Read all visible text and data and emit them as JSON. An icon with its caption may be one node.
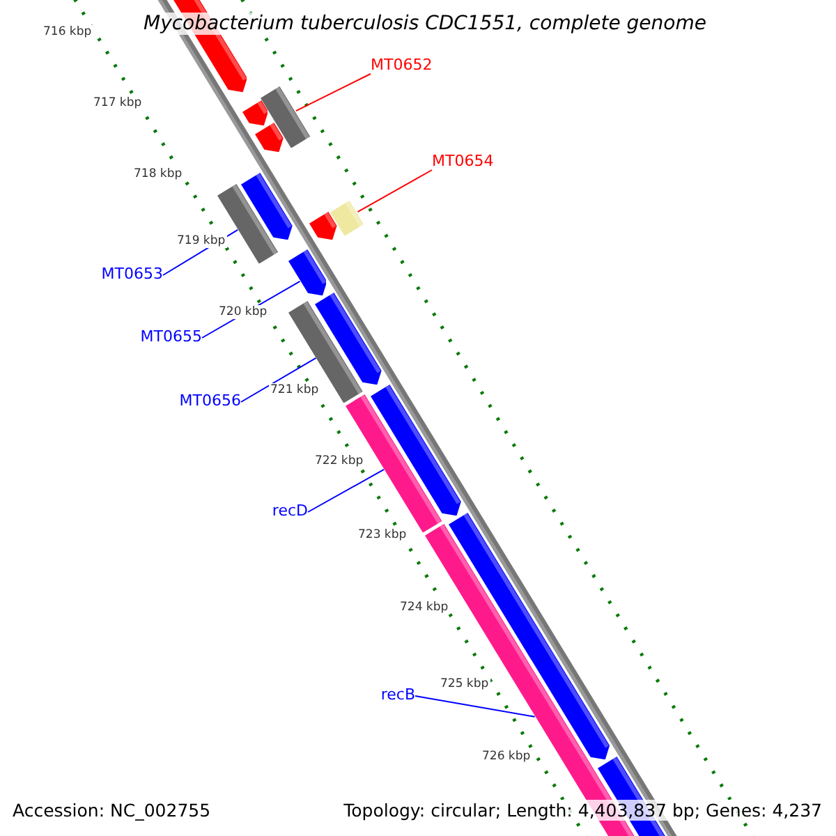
{
  "diagram": {
    "title": "Mycobacterium tuberculosis CDC1551, complete genome",
    "nodes": [
      {
        "text": [],
        "shape": "bar"
      },
      {
        "text": [
          "MT0652"
        ]
      },
      {
        "text": [],
        "shape": "bar"
      },
      {
        "text": [],
        "shape": "bar"
      },
      {
        "text": [],
        "shape": "bar"
      },
      {
        "text": [
          "MT0654"
        ]
      },
      {
        "text": [],
        "shape": "bar"
      },
      {
        "text": [],
        "shape": "bar"
      },
      {
        "text": [],
        "shape": "bar"
      },
      {
        "text": [],
        "shape": "bar"
      },
      {
        "text": [],
        "shape": "bar"
      },
      {
        "text": [
          "MT0653"
        ]
      },
      {
        "text": [],
        "shape": "bar"
      },
      {
        "text": [],
        "shape": "bar"
      },
      {
        "text": [
          "MT0655"
        ]
      },
      {
        "text": [],
        "shape": "bar"
      },
      {
        "text": [],
        "shape": "bar"
      },
      {
        "text": [
          "MT0656"
        ]
      },
      {
        "text": [
          "recD"
        ]
      },
      {
        "text": [],
        "shape": "bar"
      },
      {
        "text": [],
        "shape": "bar"
      },
      {
        "text": [
          "recB"
        ]
      },
      {
        "text": [],
        "shape": "bar"
      }
    ],
    "edges": [
      {
        "from": 1,
        "to": 2,
        "arrow": "none",
        "color": "#ff0000"
      },
      {
        "from": 5,
        "to": 8,
        "arrow": "none",
        "color": "#ff0000"
      },
      {
        "from": 11,
        "to": 7,
        "arrow": "none"
      },
      {
        "from": 14,
        "to": 10,
        "arrow": "none"
      },
      {
        "from": 17,
        "to": 13,
        "arrow": "none"
      },
      {
        "from": 18,
        "to": 16,
        "arrow": "none"
      },
      {
        "from": 21,
        "to": 20,
        "arrow": "none"
      }
    ],
    "labels": [
      "716 kbp",
      "717 kbp",
      "718 kbp",
      "719 kbp",
      "720 kbp",
      "721 kbp",
      "722 kbp",
      "723 kbp",
      "724 kbp",
      "725 kbp",
      "726 kbp",
      "Accession: NC_002755",
      "Topology: circular; Length: 4,403,837 bp; Genes: 4,237"
    ]
  }
}
